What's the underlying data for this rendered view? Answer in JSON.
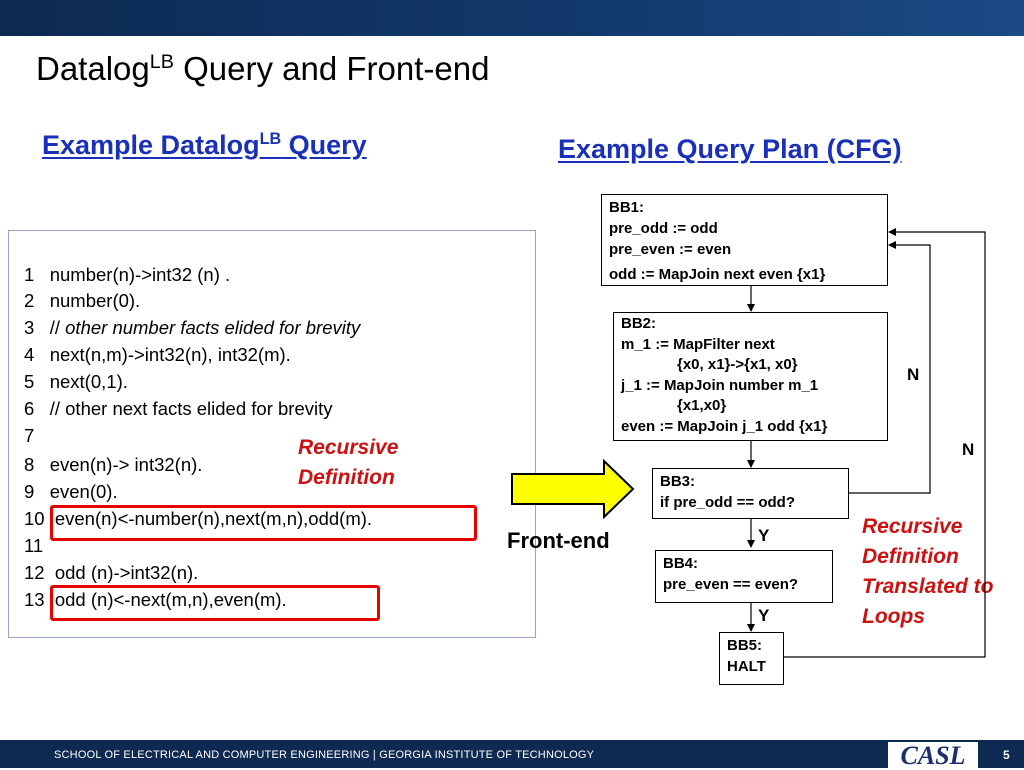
{
  "slide": {
    "title_main": "Datalog",
    "title_sup": "LB",
    "title_rest": " Query and Front-end"
  },
  "left_heading": {
    "main": "Example Datalog",
    "sup": "LB",
    "rest": " Query"
  },
  "right_heading": "Example Query Plan (CFG)",
  "code_lines": [
    {
      "num": "1",
      "text": "number(n)->int32 (n) ."
    },
    {
      "num": "2",
      "text": "number(0)."
    },
    {
      "num": "3",
      "prefix": "// ",
      "italic": "other number facts elided for brevity"
    },
    {
      "num": "4",
      "text": "next(n,m)->int32(n), int32(m)."
    },
    {
      "num": "5",
      "text": "next(0,1)."
    },
    {
      "num": "6",
      "text": "// other next facts elided for brevity"
    },
    {
      "num": "7",
      "text": ""
    },
    {
      "num": "8",
      "text": "even(n)-> int32(n)."
    },
    {
      "num": "9",
      "text": "even(0)."
    },
    {
      "num": "10",
      "text": "even(n)<-number(n),next(m,n),odd(m)."
    },
    {
      "num": "11",
      "text": ""
    },
    {
      "num": "12",
      "text": "odd (n)->int32(n)."
    },
    {
      "num": "13",
      "text": "odd (n)<-next(m,n),even(m)."
    }
  ],
  "annotations": {
    "recursive_def_line1": "Recursive",
    "recursive_def_line2": "Definition",
    "translated_lines": [
      "Recursive",
      "Definition",
      "Translated to",
      "Loops"
    ],
    "front_end": "Front-end"
  },
  "blocks": {
    "bb1": [
      "BB1:",
      "pre_odd := odd",
      "pre_even := even",
      "odd := MapJoin next even {x1}"
    ],
    "bb2": [
      "BB2:",
      "m_1 := MapFilter next",
      "{x0, x1}->{x1, x0}",
      "j_1 := MapJoin number m_1",
      "{x1,x0}",
      "even := MapJoin j_1 odd {x1}"
    ],
    "bb3": [
      "BB3:",
      "if pre_odd == odd?"
    ],
    "bb4": [
      "BB4:",
      "pre_even == even?"
    ],
    "bb5": [
      "BB5:",
      "HALT"
    ]
  },
  "edge_labels": {
    "n1": "N",
    "n2": "N",
    "y1": "Y",
    "y2": "Y"
  },
  "footer": {
    "text": "SCHOOL OF ELECTRICAL AND COMPUTER ENGINEERING | GEORGIA INSTITUTE OF TECHNOLOGY",
    "logo": "CASL",
    "page": "5"
  },
  "colors": {
    "heading_blue": "#1a30b8",
    "highlight_red": "#e60000",
    "annotation_red": "#cc1111",
    "arrow_yellow": "#ffff00",
    "bar_navy": "#0e2a52"
  }
}
